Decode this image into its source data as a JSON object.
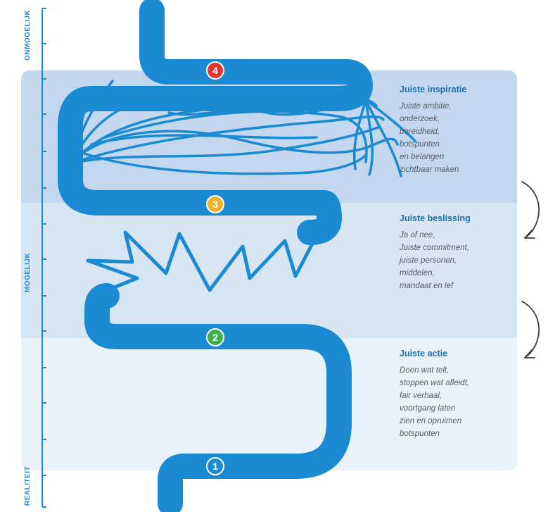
{
  "axis": {
    "top_label": "ONMOGELIJK",
    "middle_label": "MOGELIJK",
    "bottom_label": "REALITEIT"
  },
  "steps": [
    {
      "number": "4",
      "color": "#e5352f"
    },
    {
      "number": "3",
      "color": "#f2b12b"
    },
    {
      "number": "2",
      "color": "#3cb04a"
    },
    {
      "number": "1",
      "color": "#1a8ad2"
    }
  ],
  "panels": [
    {
      "title": "Juiste inspiratie",
      "body": "Juiste ambitie,\nonderzoek,\nbereidheid,\nbotspunten\nen belangen\nzichtbaar maken"
    },
    {
      "title": "Juiste beslissing",
      "body": "Ja of nee,\nJuiste commitment,\njuiste personen,\nmiddelen,\nmandaat en lef"
    },
    {
      "title": "Juiste actie",
      "body": "Doen wat telt,\nstoppen wat afleidt,\nfair verhaal,\nvoortgang laten\nzien en opruimen\nbotspunten"
    }
  ],
  "colors": {
    "path": "#1a8ad2",
    "band_top": "#c3d8ef",
    "band_mid": "#d8e6f4",
    "band_bot": "#e9f1fa",
    "axis": "#1b8cd0"
  },
  "icons": [
    "curved-arrow-down-icon",
    "curved-arrow-down-icon"
  ]
}
